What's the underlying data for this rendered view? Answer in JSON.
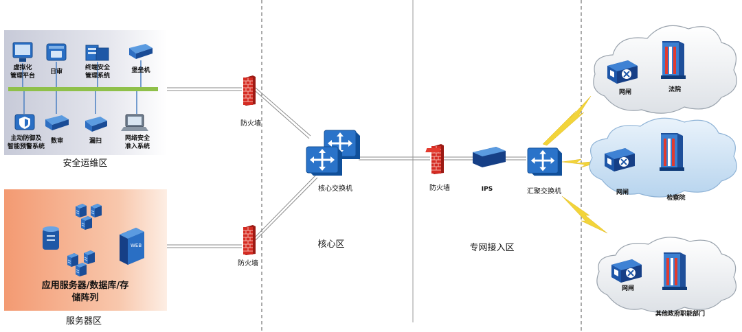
{
  "zones": {
    "security_ops": {
      "title": "安全运维区",
      "top_items": [
        "虚拟化\n管理平台",
        "日审",
        "终端安全\n管理系统",
        "堡垒机"
      ],
      "bottom_items": [
        "主动防御及\n智能预警系统",
        "数审",
        "漏扫",
        "网络安全\n准入系统"
      ]
    },
    "server": {
      "title": "服务器区",
      "caption": "应用服务器/数据库/存\n储阵列"
    },
    "core": {
      "title": "核心区",
      "switch_label": "核心交换机"
    },
    "private": {
      "title": "专网接入区",
      "firewall_label": "防火墙",
      "ips_label": "IPS",
      "switch_label": "汇聚交换机"
    }
  },
  "firewalls": {
    "top_label": "防火墙",
    "bottom_label": "防火墙"
  },
  "clouds": [
    {
      "gateway": "网闸",
      "org": "法院"
    },
    {
      "gateway": "网闸",
      "org": "检察院"
    },
    {
      "gateway": "网闸",
      "org": "其他政府职能部门"
    }
  ],
  "colors": {
    "device_blue": "#1f63b8",
    "bus_green": "#8fc04a",
    "firewall_red": "#c7261e",
    "server_zone": "#f5a07a",
    "lightning": "#f2d43a"
  }
}
